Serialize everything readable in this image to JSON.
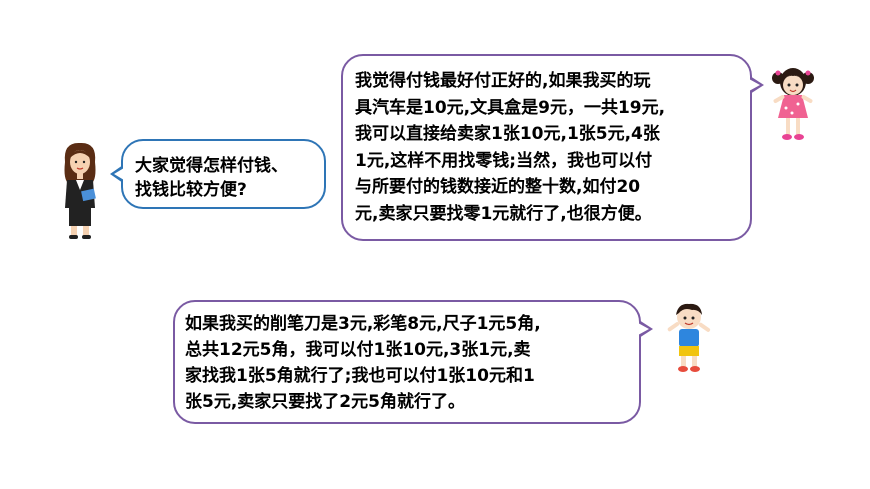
{
  "teacher_bubble": {
    "lines": [
      "大家觉得怎样付钱、",
      "找钱比较方便?"
    ]
  },
  "girl_bubble": {
    "lines": [
      "我觉得付钱最好付正好的,如果我买的玩",
      "具汽车是10元,文具盒是9元，一共19元,",
      "我可以直接给卖家1张10元,1张5元,4张",
      "1元,这样不用找零钱;当然，我也可以付",
      "与所要付的钱数接近的整十数,如付20",
      "元,卖家只要找零1元就行了,也很方便。"
    ]
  },
  "boy_bubble": {
    "lines": [
      "如果我买的削笔刀是3元,彩笔8元,尺子1元5角,",
      "总共12元5角，我可以付1张10元,3张1元,卖",
      "家找我1张5角就行了;我也可以付1张10元和1",
      "张5元,卖家只要找了2元5角就行了。"
    ]
  },
  "colors": {
    "teacher_border": "#2e75b6",
    "speech_border": "#7a5aa3"
  },
  "characters": [
    "teacher-figure",
    "girl-figure",
    "boy-figure"
  ]
}
